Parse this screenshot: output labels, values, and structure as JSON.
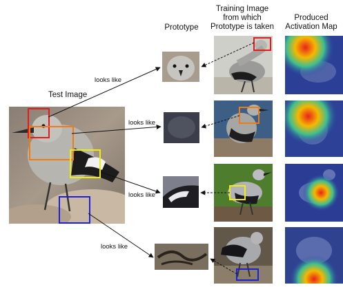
{
  "headers": {
    "prototype": "Prototype",
    "training_line1": "Training Image",
    "training_line2": "from which",
    "training_line3": "Prototype is taken",
    "activation_line1": "Produced",
    "activation_line2": "Activation Map"
  },
  "test_image_label": "Test Image",
  "connector_label": "looks like",
  "box_colors": {
    "red": "#e01b1b",
    "orange": "#f07a17",
    "yellow": "#eded12",
    "blue": "#1a22d8"
  },
  "rows": [
    {
      "box_color": "red"
    },
    {
      "box_color": "orange"
    },
    {
      "box_color": "yellow"
    },
    {
      "box_color": "blue"
    }
  ]
}
